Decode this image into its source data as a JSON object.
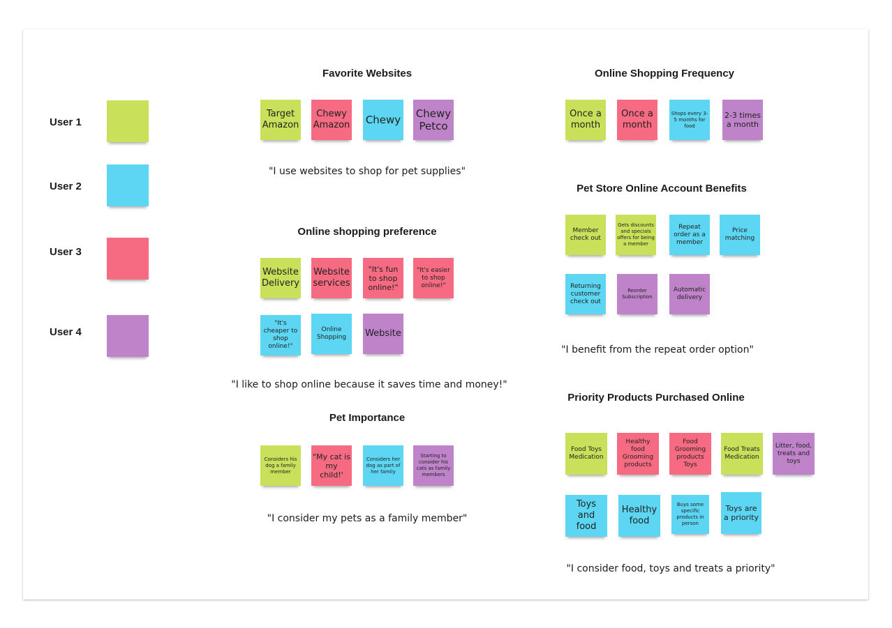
{
  "legend": [
    {
      "label": "User 1",
      "color": "#c8e05a"
    },
    {
      "label": "User 2",
      "color": "#5cd6f2"
    },
    {
      "label": "User 3",
      "color": "#f66a82"
    },
    {
      "label": "User 4",
      "color": "#bf83c9"
    }
  ],
  "favorite_websites": {
    "title": "Favorite Websites",
    "notes": [
      "Target Amazon",
      "Chewy Amazon",
      "Chewy",
      "Chewy Petco"
    ],
    "quote": "\"I use websites to shop for pet supplies\""
  },
  "online_shopping_preference": {
    "title": "Online shopping preference",
    "notes": [
      "Website Delivery",
      "Website services",
      "\"It's fun to shop online!\"",
      "\"It's easier to shop online!\"",
      "\"It's cheaper to shop online!\"",
      "Online Shopping",
      "Website"
    ],
    "quote": "\"I like to shop online because it saves time and money!\""
  },
  "pet_importance": {
    "title": "Pet Importance",
    "notes": [
      "Considers his dog a family member",
      "\"My cat is my child!'",
      "Considers her dog as part of her family",
      "Starting to consider his cats as family members"
    ],
    "quote": "\"I consider my pets as a family member\""
  },
  "online_shopping_frequency": {
    "title": "Online Shopping Frequency",
    "notes": [
      "Once a month",
      "Once a month",
      "Shops every 3-5 months for food",
      "2-3 times a month"
    ]
  },
  "account_benefits": {
    "title": "Pet Store Online Account Benefits",
    "notes": [
      "Member check out",
      "Gets discounts and specials offers for being a member",
      "Repeat order as a member",
      "Price matching",
      "Returning customer check out",
      "Reorder Subscription",
      "Automatic delivery"
    ],
    "quote": "\"I benefit from the repeat order option\""
  },
  "priority_products": {
    "title": "Priority Products Purchased Online",
    "notes": [
      "Food Toys Medication",
      "Healthy food Grooming products",
      "Food Grooming products Toys",
      "Food Treats Medication",
      "Litter, food, treats and toys",
      "Toys and food",
      "Healthy food",
      "Buys some specific products in person",
      "Toys are a priority"
    ],
    "quote": "\"I consider food, toys and treats a priority\""
  }
}
